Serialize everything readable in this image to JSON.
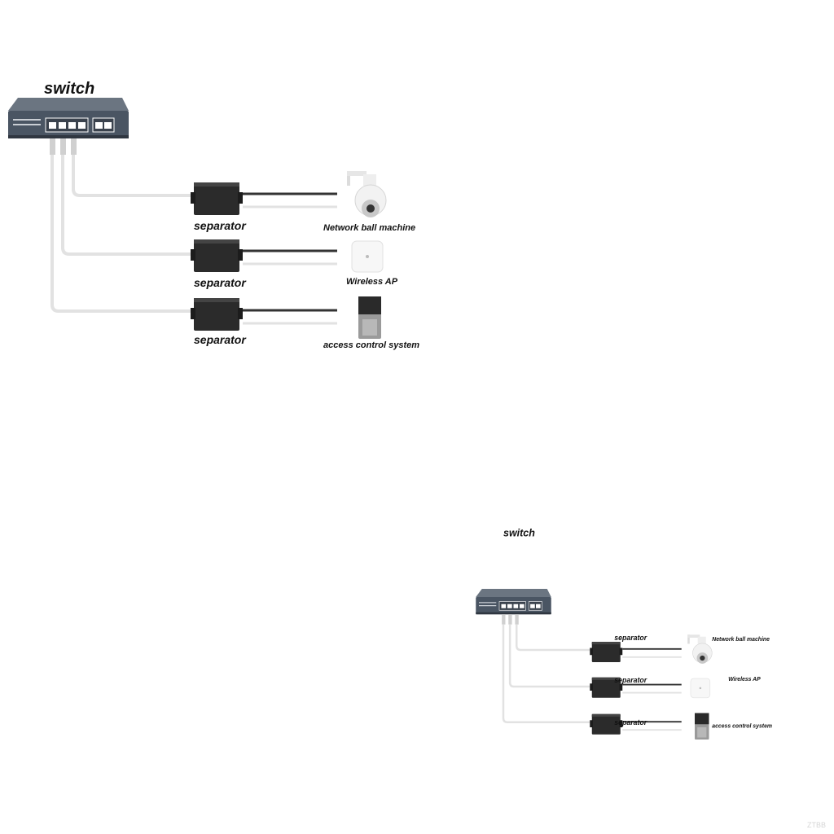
{
  "switch": {
    "title": "switch"
  },
  "separator_label": "separator",
  "devices": [
    {
      "label": "Network ball machine",
      "icon": "speed-dome-camera-icon"
    },
    {
      "label": "Wireless AP",
      "icon": "wireless-ap-icon"
    },
    {
      "label": "access control system",
      "icon": "access-control-panel-icon"
    }
  ],
  "watermark": "ZTBB",
  "colors": {
    "switch_body": "#4a5563",
    "separator_body": "#2b2b2b",
    "cable_white": "#e2e2e2",
    "cable_black": "#333333"
  }
}
